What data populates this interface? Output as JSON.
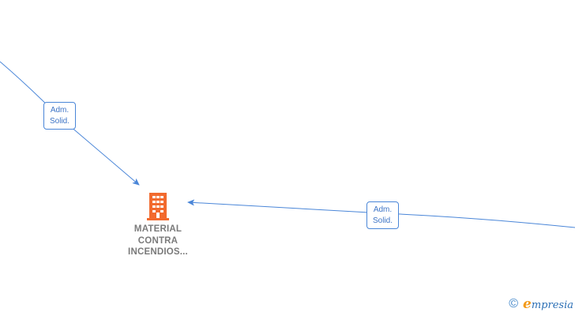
{
  "edges": [
    {
      "label_line1": "Adm.",
      "label_line2": "Solid."
    },
    {
      "label_line1": "Adm.",
      "label_line2": "Solid."
    }
  ],
  "company": {
    "name_line1": "MATERIAL",
    "name_line2": "CONTRA",
    "name_line3": "INCENDIOS...",
    "icon": "building-icon",
    "icon_color": "#f26a2e"
  },
  "colors": {
    "edge": "#4a86d8",
    "label_text": "#3d74c6",
    "company_text": "#7a7a7a"
  },
  "brand": {
    "copyright": "©",
    "e_letter": "e",
    "name_rest": "mpresia"
  }
}
